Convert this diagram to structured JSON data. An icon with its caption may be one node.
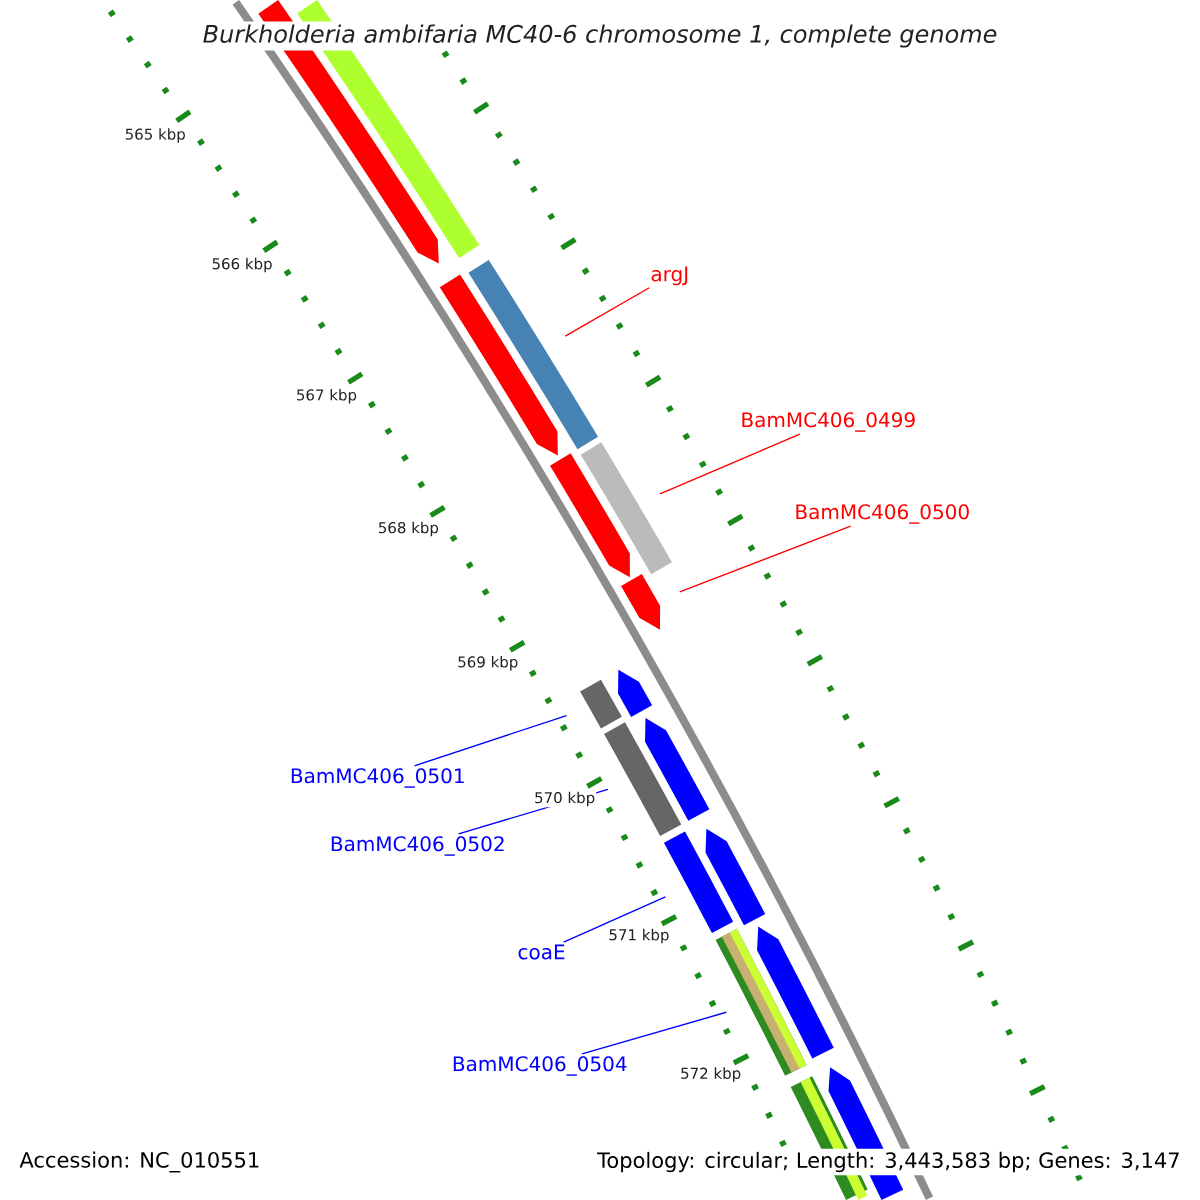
{
  "diagram": {
    "title": "Burkholderia ambifaria MC40-6 chromosome 1, complete genome",
    "nodes": [
      {
        "text": [
          "argJ"
        ]
      },
      {
        "text": [
          "BamMC406_0499"
        ]
      },
      {
        "text": [
          "BamMC406_0500"
        ]
      },
      {
        "text": [
          "BamMC406_0501"
        ]
      },
      {
        "text": [
          "BamMC406_0502"
        ]
      },
      {
        "text": [
          "coaE"
        ]
      },
      {
        "text": [
          "BamMC406_0504"
        ]
      },
      {
        "text": [],
        "shape": "arrow"
      },
      {
        "text": [],
        "shape": "bar"
      },
      {
        "text": [],
        "shape": "arrow"
      },
      {
        "text": [],
        "shape": "bar"
      },
      {
        "text": [],
        "shape": "arrow"
      },
      {
        "text": [],
        "shape": "bar"
      },
      {
        "text": [],
        "shape": "arrow"
      },
      {
        "text": [],
        "shape": "bar"
      },
      {
        "text": [],
        "shape": "arrow"
      },
      {
        "text": [],
        "shape": "bar"
      },
      {
        "text": [],
        "shape": "arrow"
      },
      {
        "text": [],
        "shape": "bar"
      },
      {
        "text": [],
        "shape": "arrow"
      },
      {
        "text": [],
        "shape": "bar"
      },
      {
        "text": [],
        "shape": "arrow"
      },
      {
        "text": [],
        "shape": "bar"
      },
      {
        "text": [],
        "shape": "arrow"
      }
    ],
    "edges": [
      {
        "from": 0,
        "to": 10,
        "arrow": "none",
        "color": "#ff0000"
      },
      {
        "from": 1,
        "to": 12,
        "arrow": "none",
        "color": "#ff0000"
      },
      {
        "from": 2,
        "to": 13,
        "arrow": "none",
        "color": "#ff0000"
      },
      {
        "from": 3,
        "to": 14,
        "arrow": "none"
      },
      {
        "from": 4,
        "to": 16,
        "arrow": "none"
      },
      {
        "from": 5,
        "to": 18,
        "arrow": "none"
      },
      {
        "from": 6,
        "to": 20,
        "arrow": "none"
      }
    ],
    "labels": [
      "565 kbp",
      "566 kbp",
      "567 kbp",
      "568 kbp",
      "569 kbp",
      "570 kbp",
      "571 kbp",
      "572 kbp",
      "Accession: NC_010551",
      "Topology: circular; Length: 3,443,583 bp; Genes: 3,147"
    ]
  }
}
